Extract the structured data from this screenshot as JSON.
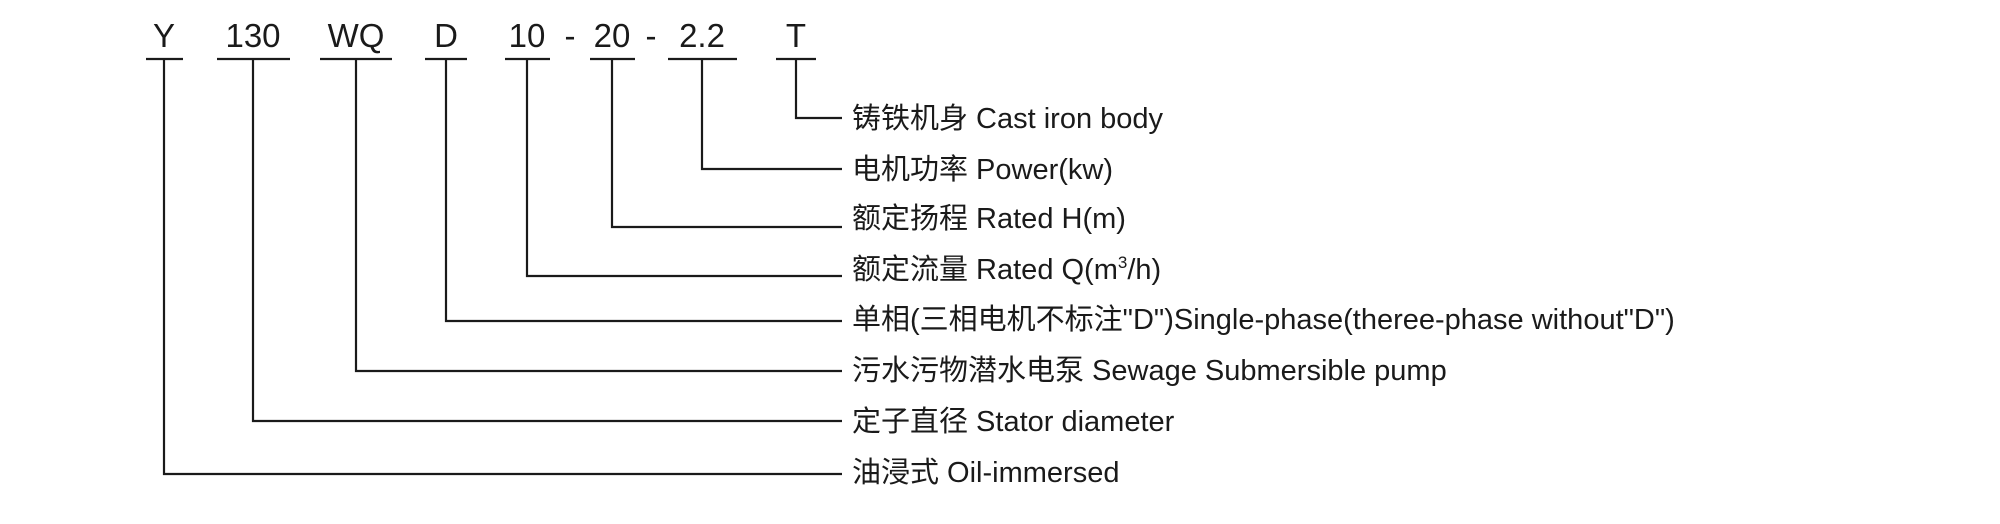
{
  "model_code": {
    "parts": [
      {
        "code": "Y",
        "description": "油浸式 Oil-immersed"
      },
      {
        "code": "130",
        "description": "定子直径 Stator diameter"
      },
      {
        "code": "WQ",
        "description": "污水污物潜水电泵 Sewage Submersible pump"
      },
      {
        "code": "D",
        "description": "单相(三相电机不标注\"D\")Single-phase(theree-phase without\"D\")"
      },
      {
        "code": "10",
        "description": "额定流量 Rated Q(m",
        "description_sup": "3",
        "description_end": "/h)"
      },
      {
        "code": "20",
        "description": "额定扬程 Rated H(m)"
      },
      {
        "code": "2.2",
        "description": "电机功率 Power(kw)"
      },
      {
        "code": "T",
        "description": "铸铁机身 Cast iron body"
      }
    ],
    "separators": [
      "-",
      "-"
    ]
  }
}
